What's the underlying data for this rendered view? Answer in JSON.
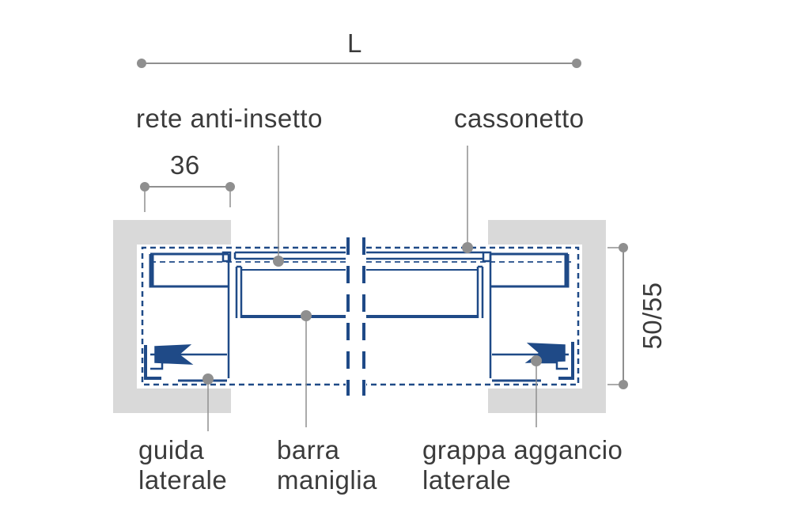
{
  "labels": {
    "length": "L",
    "mesh": "rete anti-insetto",
    "box": "cassonetto",
    "guide_width": "36",
    "height": "50/55",
    "guide": [
      "guida",
      "laterale"
    ],
    "handle_bar": [
      "barra",
      "maniglia"
    ],
    "hook_clamp": [
      "grappa aggancio",
      "laterale"
    ]
  },
  "colors": {
    "profile_blue": "#1f4a87",
    "wall_gray": "#d9d9d9",
    "dimension_gray": "#8f8f8f",
    "text": "#3b3b3b"
  }
}
